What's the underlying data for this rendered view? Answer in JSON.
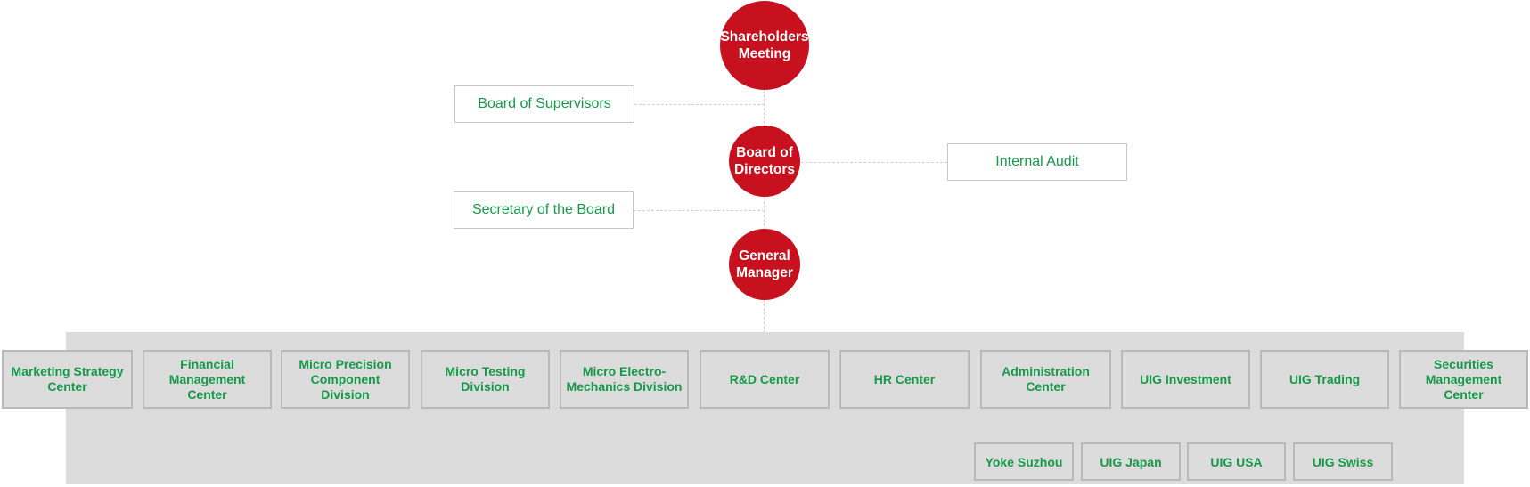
{
  "palette": {
    "red": "#c8111e",
    "green": "#169a4a",
    "panel_bg": "#dcdcdc",
    "box_border": "#b9b9b9",
    "white_box_border": "#c7c7c7",
    "dash": "#d2d2d2"
  },
  "nodes": {
    "shareholders_meeting": "Shareholders\nMeeting",
    "board_of_supervisors": "Board of Supervisors",
    "board_of_directors": "Board of\nDirectors",
    "internal_audit": "Internal Audit",
    "secretary_of_the_board": "Secretary of the Board",
    "general_manager": "General\nManager"
  },
  "departments": [
    "Marketing Strategy Center",
    "Financial Management Center",
    "Micro Precision Component Division",
    "Micro Testing Division",
    "Micro Electro-Mechanics Division",
    "R&D Center",
    "HR Center",
    "Administration Center",
    "UIG Investment",
    "UIG Trading",
    "Securities Management Center"
  ],
  "subsidiaries": [
    "Yoke Suzhou",
    "UIG Japan",
    "UIG USA",
    "UIG Swiss"
  ]
}
